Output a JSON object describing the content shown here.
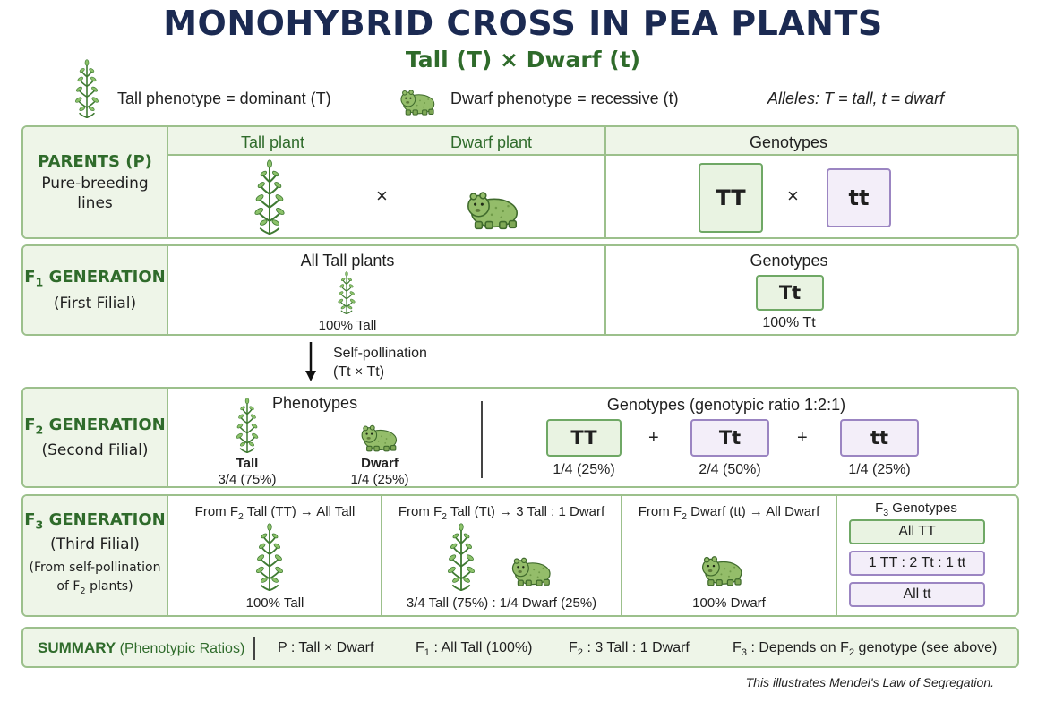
{
  "title": "MONOHYBRID CROSS IN PEA PLANTS",
  "subtitle": "Tall (T) × Dwarf (t)",
  "legend": {
    "tall": "Tall phenotype = dominant (T)",
    "dwarf": "Dwarf phenotype = recessive (t)",
    "alleles": "Alleles: T = tall, t = dwarf"
  },
  "colors": {
    "accent_green": "#2f6b2b",
    "navy": "#1b2a52",
    "dominant_box": "#e9f3e2",
    "recessive_box": "#f3eef9",
    "border": "#9cc08c"
  },
  "icons": [
    "tall-plant-icon",
    "dwarf-plant-icon",
    "arrow-down-icon"
  ],
  "parents": {
    "title": "PARENTS (P)",
    "sub1": "Pure-breeding",
    "sub2": "lines",
    "tall_header": "Tall plant",
    "dwarf_header": "Dwarf plant",
    "genotypes_header": "Genotypes",
    "cross": "×",
    "geno1": "TT",
    "geno2": "tt"
  },
  "f1": {
    "title_main": "F",
    "title_sub": "1",
    "title_rest": " GENERATION",
    "sub": "(First Filial)",
    "pheno_header": "All Tall plants",
    "pheno_label": "100% Tall",
    "geno_header": "Genotypes",
    "geno": "Tt",
    "geno_label": "100% Tt"
  },
  "selfpoll": {
    "line1": "Self-pollination",
    "line2": "(Tt × Tt)"
  },
  "f2": {
    "title_main": "F",
    "title_sub": "2",
    "title_rest": " GENERATION",
    "sub": "(Second Filial)",
    "pheno_header": "Phenotypes",
    "tall_label": "Tall",
    "tall_ratio": "3/4 (75%)",
    "dwarf_label": "Dwarf",
    "dwarf_ratio": "1/4 (25%)",
    "geno_header": "Genotypes (genotypic ratio 1:2:1)",
    "geno1": "TT",
    "geno2": "Tt",
    "geno3": "tt",
    "plus": "+",
    "ratio1": "1/4 (25%)",
    "ratio2": "2/4 (50%)",
    "ratio3": "1/4 (25%)"
  },
  "f3": {
    "title_main": "F",
    "title_sub": "3",
    "title_rest": " GENERATION",
    "sub": "(Third Filial)",
    "note1": "(From self-pollination",
    "note2_pre": "of F",
    "note2_sub": "2",
    "note2_post": " plants)",
    "col1_pre": "From F",
    "col1_sub": "2",
    "col1_post": " Tall (TT) → All Tall",
    "col1_label": "100% Tall",
    "col2_pre": "From F",
    "col2_sub": "2",
    "col2_post": " Tall (Tt) → 3 Tall : 1 Dwarf",
    "col2_label": "3/4 Tall (75%) : 1/4 Dwarf (25%)",
    "col3_pre": "From F",
    "col3_sub": "2",
    "col3_post": " Dwarf (tt) → All Dwarf",
    "col3_label": "100% Dwarf",
    "geno_title_main": "F",
    "geno_title_sub": "3",
    "geno_title_rest": " Genotypes",
    "box1": "All TT",
    "box2": "1 TT : 2 Tt : 1 tt",
    "box3": "All tt"
  },
  "summary": {
    "title": "SUMMARY",
    "title_small": " (Phenotypic Ratios)",
    "p": "P : Tall × Dwarf",
    "f1_pre": "F",
    "f1_sub": "1",
    "f1_post": " : All Tall (100%)",
    "f2_pre": "F",
    "f2_sub": "2",
    "f2_post": " : 3 Tall : 1 Dwarf",
    "f3_pre": "F",
    "f3_sub": "3",
    "f3_post": " : Depends on F",
    "f3_sub2": "2",
    "f3_post2": " genotype (see above)"
  },
  "footer": "This illustrates Mendel's Law of Segregation."
}
